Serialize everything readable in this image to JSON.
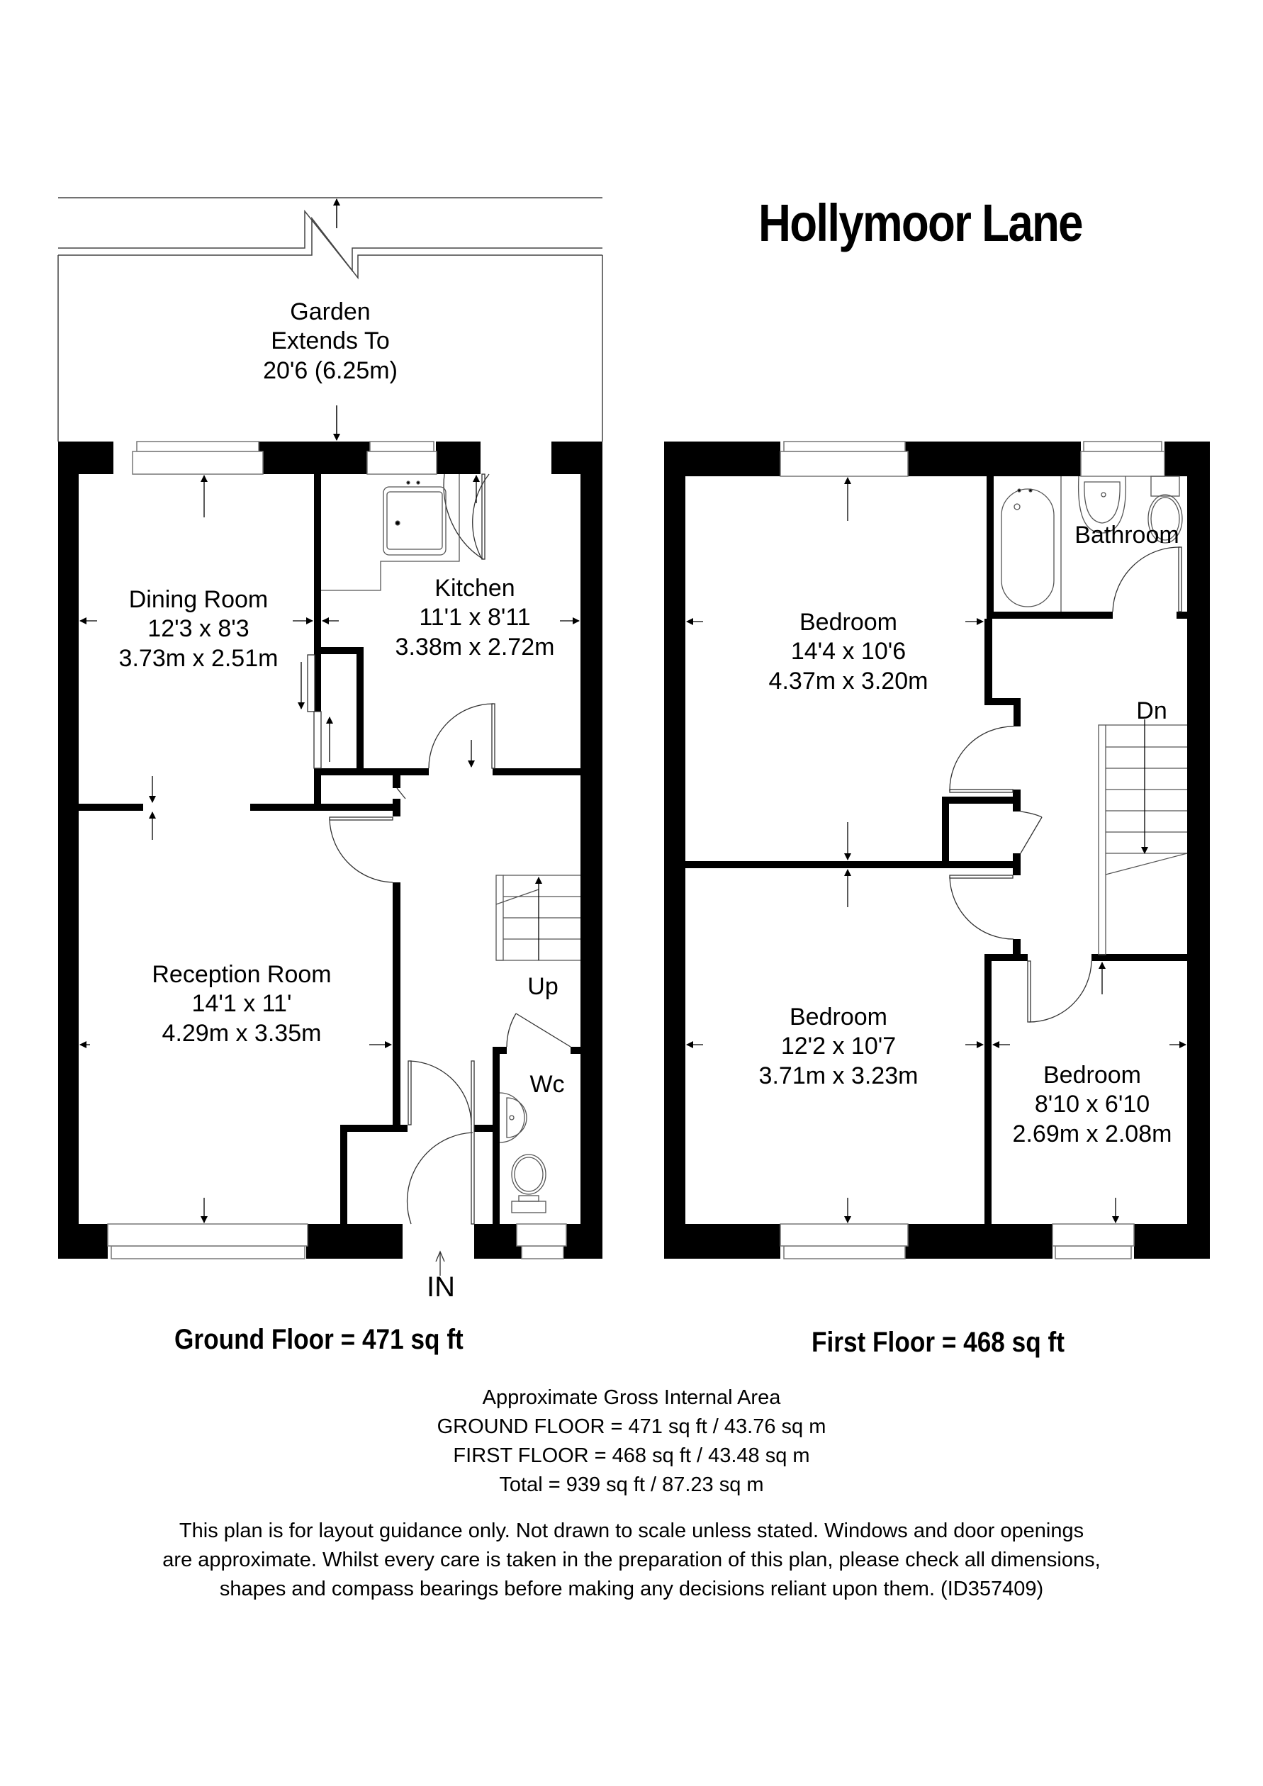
{
  "title": "Hollymoor Lane",
  "garden": {
    "label": "Garden",
    "line2": "Extends To",
    "dimension": "20'6 (6.25m)"
  },
  "ground_floor": {
    "area_label": "Ground Floor = 471 sq ft",
    "entrance_label": "IN",
    "stairs_label": "Up",
    "rooms": [
      {
        "name": "Dining Room",
        "imperial": "12'3 x 8'3",
        "metric": "3.73m x 2.51m"
      },
      {
        "name": "Kitchen",
        "imperial": "11'1 x 8'11",
        "metric": "3.38m x 2.72m"
      },
      {
        "name": "Reception Room",
        "imperial": "14'1 x 11'",
        "metric": "4.29m x 3.35m"
      },
      {
        "name": "Wc"
      }
    ]
  },
  "first_floor": {
    "area_label": "First Floor = 468 sq ft",
    "stairs_label": "Dn",
    "rooms": [
      {
        "name": "Bedroom",
        "imperial": "14'4 x 10'6",
        "metric": "4.37m x 3.20m"
      },
      {
        "name": "Bathroom"
      },
      {
        "name": "Bedroom",
        "imperial": "12'2 x 10'7",
        "metric": "3.71m x 3.23m"
      },
      {
        "name": "Bedroom",
        "imperial": "8'10 x 6'10",
        "metric": "2.69m x 2.08m"
      }
    ]
  },
  "gross_internal_area": {
    "heading": "Approximate Gross Internal Area",
    "ground": "GROUND FLOOR = 471 sq ft / 43.76 sq m",
    "first": "FIRST FLOOR = 468 sq ft / 43.48 sq m",
    "total": "Total = 939 sq ft / 87.23 sq m"
  },
  "disclaimer": {
    "line1": "This plan is for layout guidance only. Not drawn to scale unless stated. Windows and door openings",
    "line2": "are approximate. Whilst every care is taken in the preparation of this plan, please check all dimensions,",
    "line3": "shapes and compass bearings before making any decisions reliant upon them. (ID357409)"
  },
  "colors": {
    "wall": "#000000",
    "background": "#ffffff",
    "fixture_line": "#555555"
  }
}
